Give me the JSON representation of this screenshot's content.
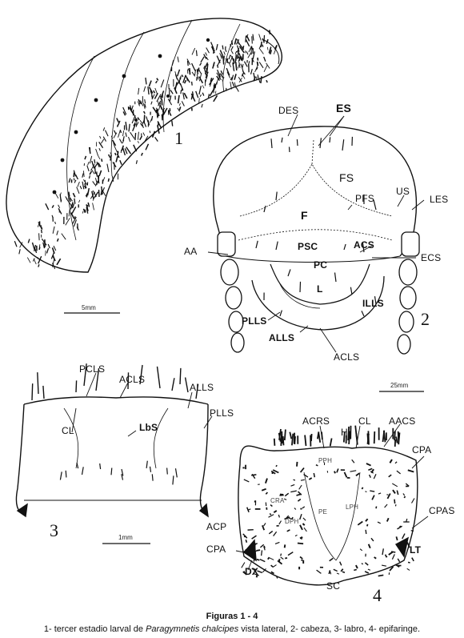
{
  "figure": {
    "title": "Figuras 1 - 4",
    "caption_prefix": "1- tercer estadio larval de ",
    "caption_species": "Paragymnetis chalcipes",
    "caption_suffix": " vista lateral, 2- cabeza, 3- labro, 4- epifaringe."
  },
  "panel1": {
    "number": "1",
    "scale": "5mm"
  },
  "panel2": {
    "number": "2",
    "scale": "25mm",
    "labels": {
      "des": "DES",
      "es": "ES",
      "fs": "FS",
      "pfs": "PFS",
      "us": "US",
      "les": "LES",
      "f": "F",
      "aa": "AA",
      "psc": "PSC",
      "acs": "ACS",
      "ecs": "ECS",
      "pc": "PC",
      "l": "L",
      "plls": "PLLS",
      "alls": "ALLS",
      "ills": "ILLS",
      "acls": "ACLS"
    }
  },
  "panel3": {
    "number": "3",
    "scale": "1mm",
    "labels": {
      "pcls": "PCLS",
      "acls": "ACLS",
      "alls": "ALLS",
      "plls": "PLLS",
      "cl": "CL",
      "lbs": "LbS"
    }
  },
  "panel4": {
    "number": "4",
    "labels": {
      "acrs": "ACRS",
      "cl": "CL",
      "aacs": "AACS",
      "h": "H",
      "cpa_top": "CPA",
      "cpas": "CPAS",
      "acp": "ACP",
      "cpa_left": "CPA",
      "dx": "DX",
      "lt": "LT",
      "sc": "SC",
      "pph": "PPH",
      "cra": "CRA",
      "pe": "PE",
      "lph": "LPH",
      "dph": "DPH"
    }
  }
}
